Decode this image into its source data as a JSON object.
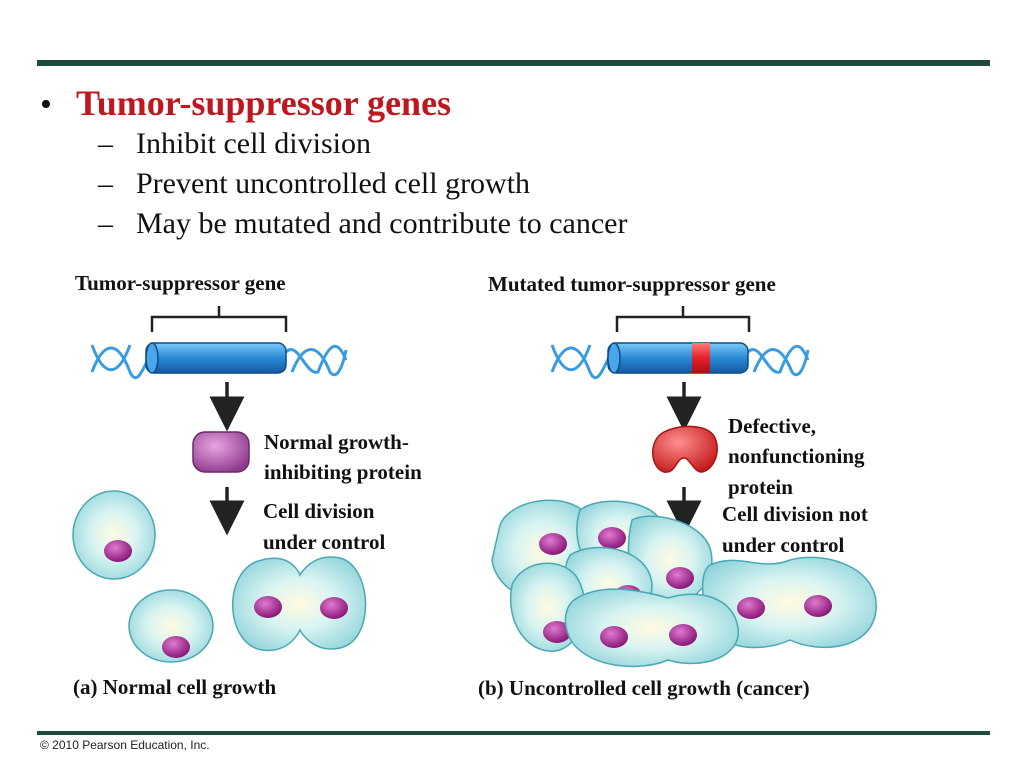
{
  "slide": {
    "heading": "Tumor-suppressor genes",
    "bullets": [
      "Inhibit cell division",
      "Prevent uncontrolled cell growth",
      "May be mutated and contribute to cancer"
    ]
  },
  "figure": {
    "left": {
      "gene_label": "Tumor-suppressor gene",
      "protein_label_1": "Normal growth-",
      "protein_label_2": "inhibiting protein",
      "division_label_1": "Cell division",
      "division_label_2": "under control",
      "caption": "(a) Normal cell growth"
    },
    "right": {
      "gene_label": "Mutated tumor-suppressor gene",
      "protein_label_1": "Defective,",
      "protein_label_2": "nonfunctioning",
      "protein_label_3": "protein",
      "division_label_1": "Cell division not",
      "division_label_2": "under control",
      "caption": "(b) Uncontrolled cell growth (cancer)"
    }
  },
  "footer": "© 2010 Pearson Education, Inc.",
  "colors": {
    "heading": "#c0161f",
    "rule": "#1e4a3a",
    "gene": "#2e8fd8",
    "mutation": "#e8202a",
    "normal_protein": "#a04a9e",
    "defective_protein": "#e23a3a",
    "cell": "#bfe9ec",
    "nucleus": "#a3238f"
  }
}
